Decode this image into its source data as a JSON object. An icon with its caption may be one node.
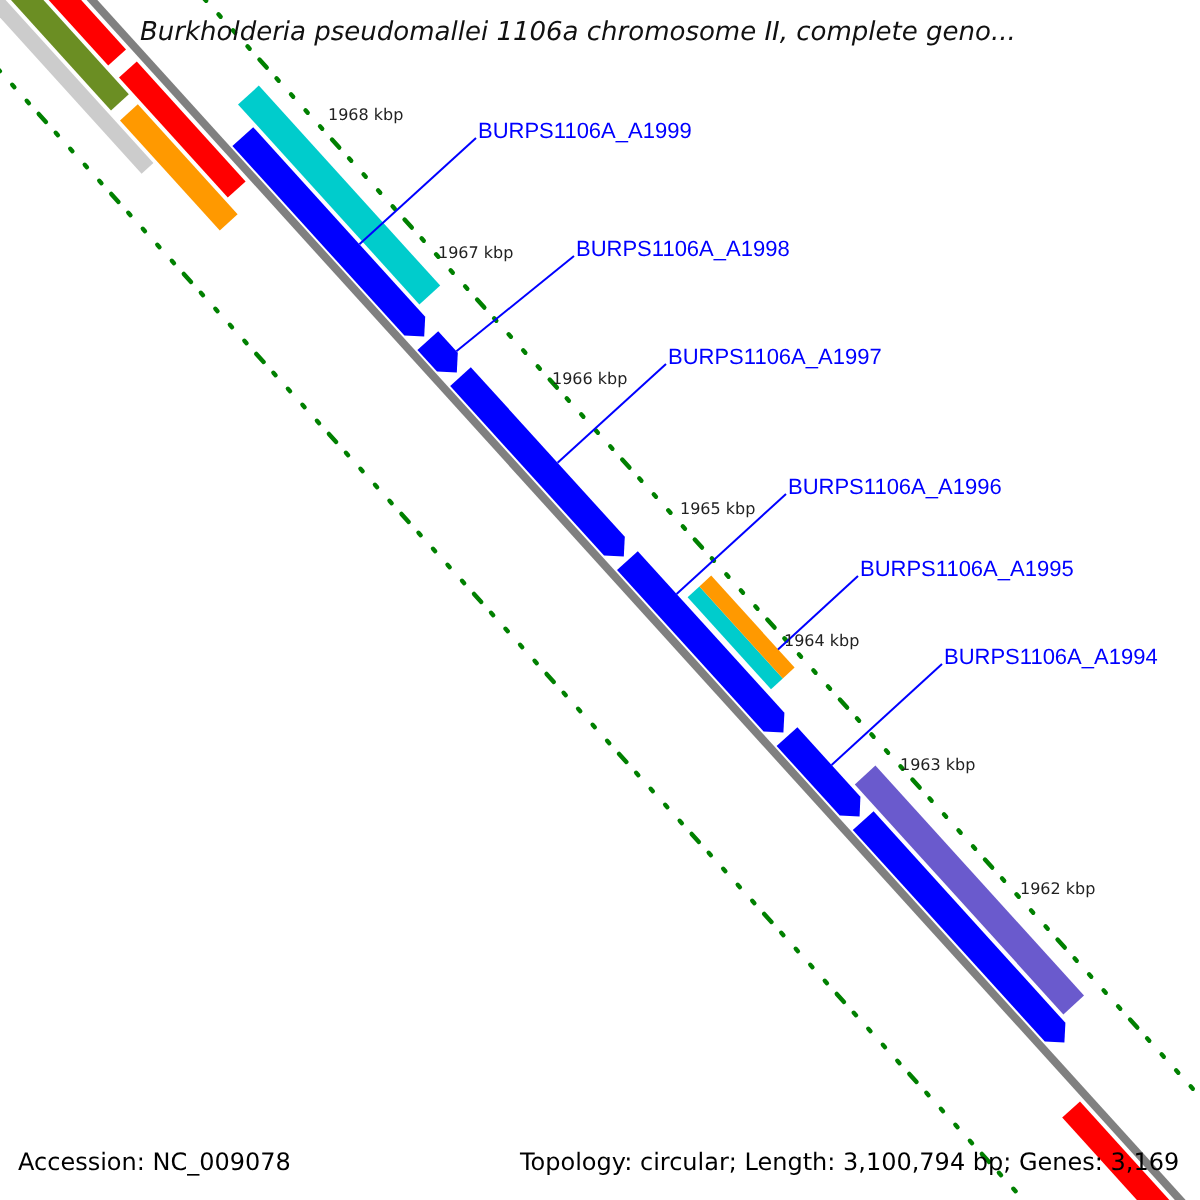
{
  "diagram": {
    "title": "Burkholderia pseudomallei 1106a chromosome II, complete geno...",
    "nodes": [
      {
        "text": [
          "BURPS1106A_A1999"
        ]
      },
      {
        "text": [
          "BURPS1106A_A1998"
        ]
      },
      {
        "text": [
          "BURPS1106A_A1997"
        ]
      },
      {
        "text": [
          "BURPS1106A_A1996"
        ]
      },
      {
        "text": [
          "BURPS1106A_A1995"
        ]
      },
      {
        "text": [
          "BURPS1106A_A1994"
        ]
      },
      {
        "text": [],
        "shape": "bar"
      },
      {
        "text": [],
        "shape": "bar"
      },
      {
        "text": [],
        "shape": "bar"
      },
      {
        "text": [],
        "shape": "bar"
      },
      {
        "text": [],
        "shape": "bar"
      },
      {
        "text": [],
        "shape": "bar"
      },
      {
        "text": [],
        "shape": "bar"
      },
      {
        "text": [],
        "shape": "bar"
      },
      {
        "text": [],
        "shape": "bar"
      },
      {
        "text": [],
        "shape": "bar"
      },
      {
        "text": [],
        "shape": "bar"
      },
      {
        "text": [],
        "shape": "bar"
      },
      {
        "text": [],
        "shape": "bar"
      },
      {
        "text": [],
        "shape": "bar"
      },
      {
        "text": [],
        "shape": "bar"
      }
    ],
    "edges": [
      {
        "from": 0,
        "to": 6,
        "arrow": "none"
      },
      {
        "from": 1,
        "to": 7,
        "arrow": "none"
      },
      {
        "from": 2,
        "to": 8,
        "arrow": "none"
      },
      {
        "from": 3,
        "to": 9,
        "arrow": "none"
      },
      {
        "from": 4,
        "to": 10,
        "arrow": "none"
      },
      {
        "from": 5,
        "to": 11,
        "arrow": "none"
      }
    ],
    "labels": [
      "1968 kbp",
      "1967 kbp",
      "1966 kbp",
      "1965 kbp",
      "1964 kbp",
      "1963 kbp",
      "1962 kbp",
      "Accession: NC_009078",
      "Topology: circular; Length: 3,100,794 bp; Genes: 3,169"
    ]
  }
}
